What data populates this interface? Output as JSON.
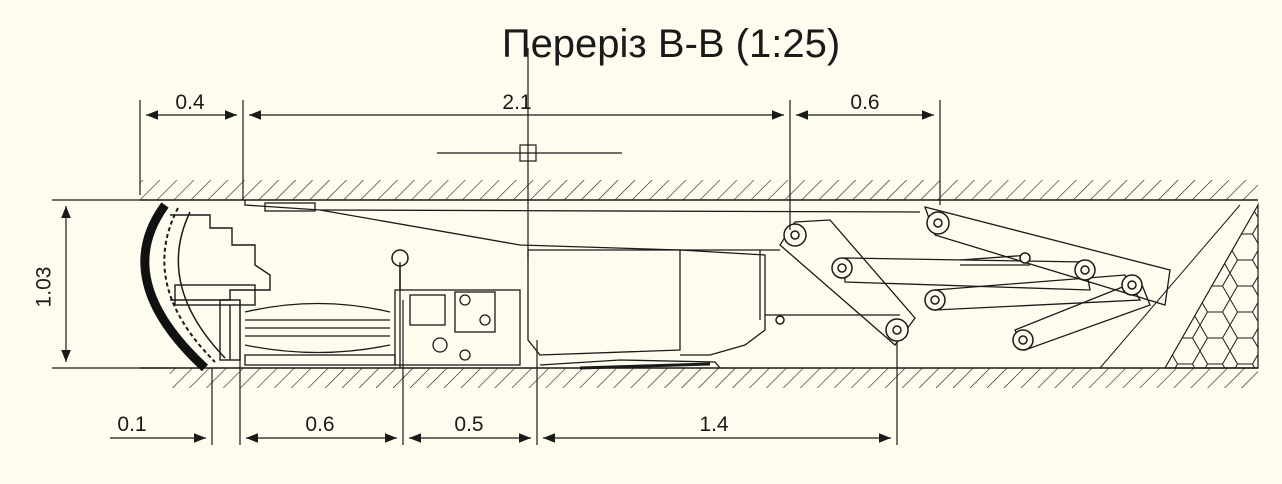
{
  "title": "Переріз В-В (1:25)",
  "dimensions": {
    "top": [
      "0.4",
      "2.1",
      "0.6"
    ],
    "bottom": [
      "0.1",
      "0.6",
      "0.5",
      "1.4"
    ],
    "side": "1.03"
  },
  "colors": {
    "background": "#fefcee",
    "line": "#1a1a1a"
  }
}
